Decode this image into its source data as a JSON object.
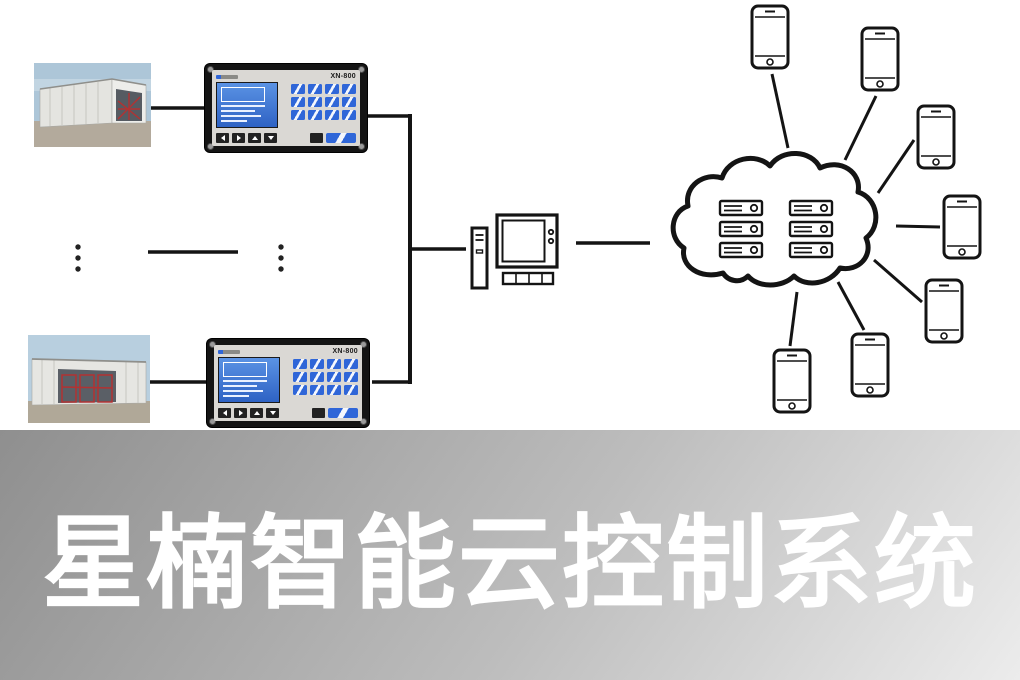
{
  "banner": {
    "title": "星楠智能云控制系统"
  },
  "devices": [
    {
      "model": "XN-800"
    },
    {
      "model": "XN-800"
    }
  ],
  "colors": {
    "line": "#141414",
    "key_blue": "#2f66d8",
    "screen_blue": "#3f7ee0",
    "banner_gray_from": "#8f8f8f",
    "banner_gray_to": "#ececec"
  },
  "icons": {
    "site": "greenhouse-photo",
    "controller": "control-panel-device",
    "computer": "desktop-pc",
    "cloud": "cloud-with-servers",
    "phone": "smartphone"
  }
}
